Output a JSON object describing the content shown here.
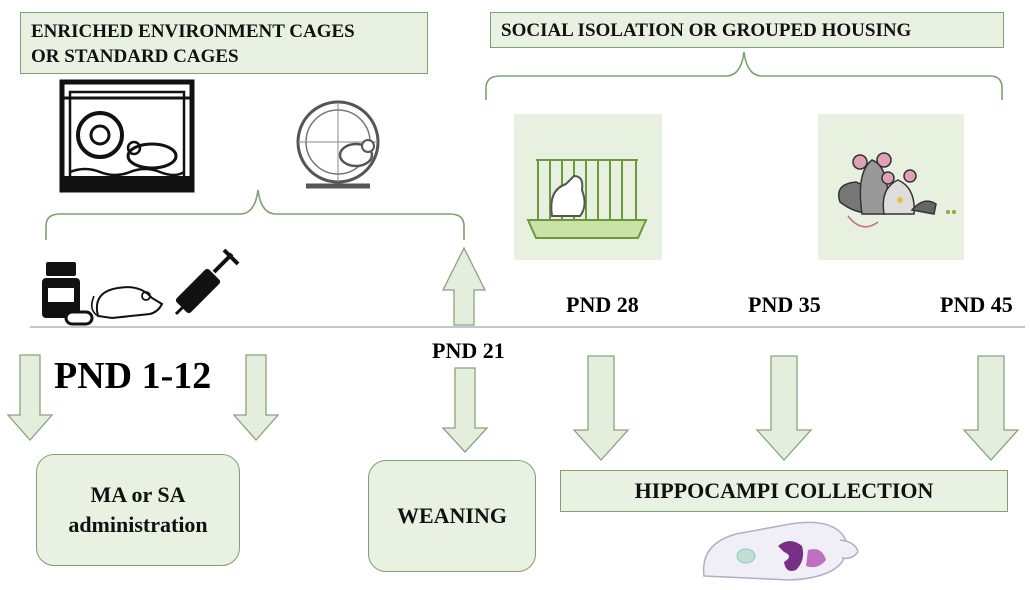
{
  "header_boxes": {
    "cages": [
      "ENRICHED ENVIRONMENT CAGES",
      "OR STANDARD CAGES"
    ],
    "housing": "SOCIAL ISOLATION OR GROUPED HOUSING"
  },
  "timeline": {
    "pnd_1_12": "PND 1-12",
    "pnd_21": "PND 21",
    "pnd_28": "PND 28",
    "pnd_35": "PND 35",
    "pnd_45": "PND 45"
  },
  "bottom_boxes": {
    "administration": [
      "MA or SA",
      "administration"
    ],
    "weaning": "WEANING",
    "hippocampi": "HIPPOCAMPI COLLECTION"
  },
  "colors": {
    "box_fill": "#e8f1e2",
    "box_border": "#7fa070",
    "timeline": "#a9b7c6",
    "arrow_fill": "#e4eedc",
    "arrow_stroke": "#8aa37c"
  },
  "icons": [
    "cage-icon",
    "hamster-wheel-icon",
    "medicine-bottle-icon",
    "mouse-icon",
    "syringe-icon",
    "isolation-cage-icon",
    "grouped-mice-icon",
    "mouse-brain-icon"
  ]
}
